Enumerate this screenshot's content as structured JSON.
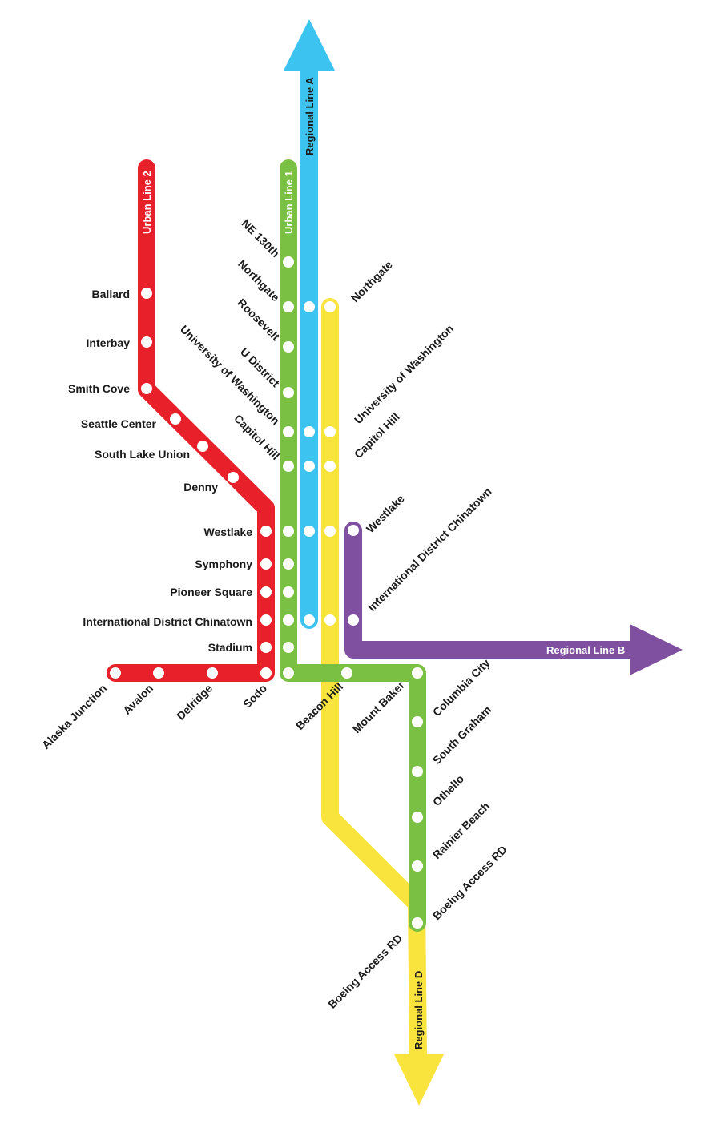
{
  "colors": {
    "red": "#e8202a",
    "green": "#7ac143",
    "blue": "#3cc3ef",
    "yellow": "#f9e43e",
    "purple": "#7f4fa0"
  },
  "lines": {
    "urban_line_2": "Urban Line 2",
    "urban_line_1": "Urban Line 1",
    "regional_line_a": "Regional Line A",
    "regional_line_b": "Regional Line B",
    "regional_line_d": "Regional Line D"
  },
  "stations": {
    "ballard": "Ballard",
    "interbay": "Interbay",
    "smith_cove": "Smith Cove",
    "seattle_center": "Seattle Center",
    "south_lake_union": "South Lake Union",
    "denny": "Denny",
    "westlake": "Westlake",
    "symphony": "Symphony",
    "pioneer_square": "Pioneer Square",
    "intl_district": "International District Chinatown",
    "stadium": "Stadium",
    "alaska_junction": "Alaska Junction",
    "avalon": "Avalon",
    "delridge": "Delridge",
    "sodo": "Sodo",
    "ne_130th": "NE 130th",
    "northgate": "Northgate",
    "roosevelt": "Roosevelt",
    "u_district": "U District",
    "university_of_washington": "University of Washington",
    "capitol_hill": "Capitol Hill",
    "beacon_hill": "Beacon Hill",
    "mount_baker": "Mount Baker",
    "columbia_city": "Columbia City",
    "south_graham": "South Graham",
    "othello": "Othello",
    "rainier_beach": "Rainier Beach",
    "boeing_access_rd": "Boeing Access RD"
  }
}
